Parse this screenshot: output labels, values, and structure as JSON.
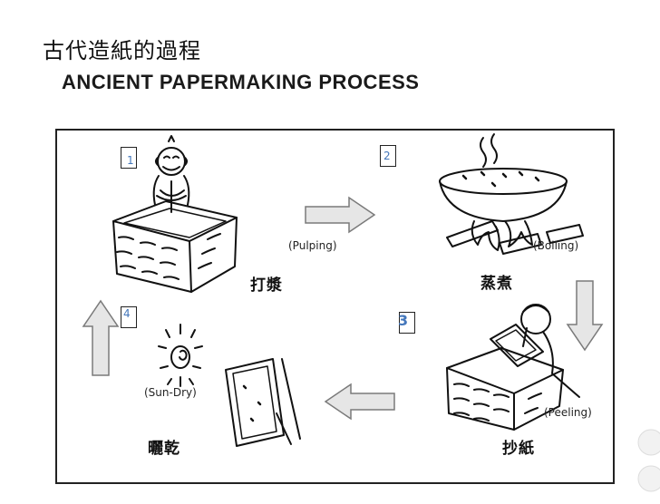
{
  "slide": {
    "title_cn": "古代造紙的過程",
    "title_en": "ANCIENT PAPERMAKING PROCESS"
  },
  "steps": [
    {
      "number": "1",
      "label_cn": "打漿",
      "label_en": "(Pulping)"
    },
    {
      "number": "2",
      "label_cn": "蒸煮",
      "label_en": "(Boiling)"
    },
    {
      "number": "3",
      "label_cn": "抄紙",
      "label_en": "(Peeling)"
    },
    {
      "number": "4",
      "label_cn": "曬乾",
      "label_en": "(Sun-Dry)"
    }
  ],
  "colors": {
    "number_blue": "#4477bb",
    "arrow_fill": "#e6e6e6",
    "arrow_stroke": "#7a7a7a"
  },
  "icons": [
    "right-arrow-icon",
    "down-arrow-icon",
    "left-arrow-icon",
    "up-arrow-icon",
    "sun-icon"
  ]
}
